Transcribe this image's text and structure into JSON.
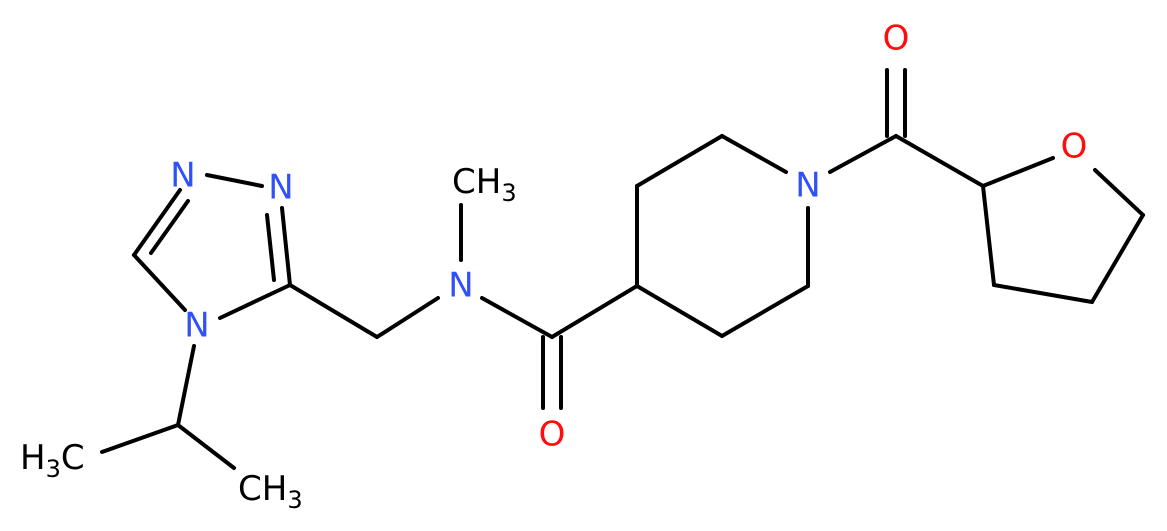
{
  "colors": {
    "bond": "#000000",
    "nitrogen": "#3050F8",
    "oxygen": "#FF0D0D",
    "carbon": "#000000"
  },
  "atoms": {
    "n_triazole_1": "N",
    "n_triazole_2": "N",
    "n_triazole_4": "N",
    "n_amide": "N",
    "n_piperidine": "N",
    "o_amide": "O",
    "o_acyl": "O",
    "o_thf": "O",
    "ch3_nmethyl": {
      "main": "CH",
      "sub": "3"
    },
    "ch3_isopropyl_left": {
      "main": "H",
      "sub": "3",
      "tail": "C"
    },
    "ch3_isopropyl_right": {
      "main": "CH",
      "sub": "3"
    }
  }
}
